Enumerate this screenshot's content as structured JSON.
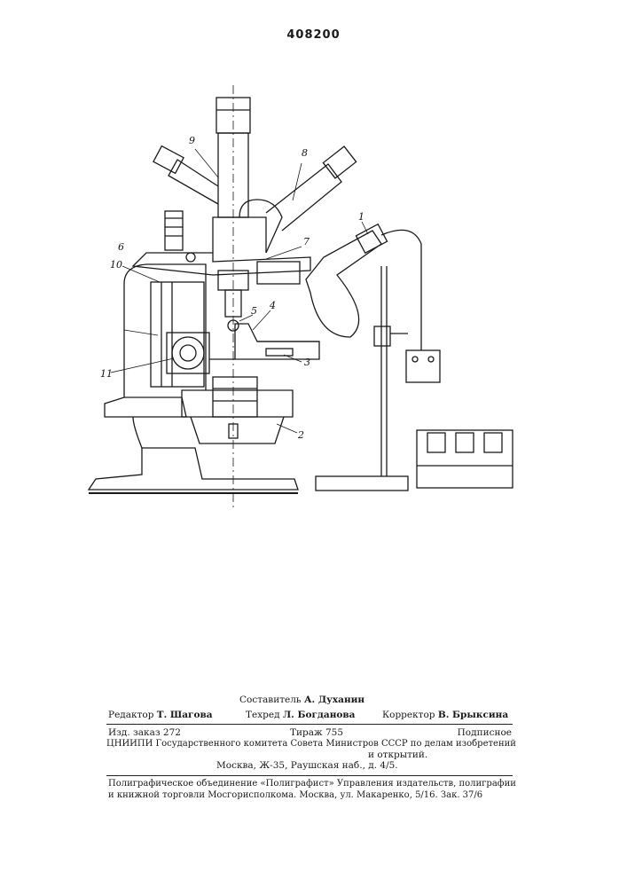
{
  "document": {
    "patent_number": "408200",
    "figure_labels": [
      "1",
      "2",
      "3",
      "4",
      "5",
      "6",
      "7",
      "8",
      "9",
      "10",
      "11"
    ]
  },
  "imprint": {
    "compiler_label": "Составитель",
    "compiler_name": "А. Духанин",
    "editor_label": "Редактор",
    "editor_name": "Т. Шагова",
    "techred_label": "Техред",
    "techred_name": "Л. Богданова",
    "corrector_label": "Корректор",
    "corrector_name": "В. Брыксина",
    "order": "Изд. заказ 272",
    "circulation": "Тираж 755",
    "subscription": "Подписное",
    "institute_line1": "ЦНИИПИ Государственного комитета Совета Министров СССР по делам изобретений",
    "institute_line2": "и открытий.",
    "address": "Москва, Ж-35, Раушская наб., д. 4/5.",
    "printer_line1": "Полиграфическое объединение «Полиграфист» Управления издательств, полиграфии",
    "printer_line2": "и книжной торговли Мосгорисполкома. Москва, ул. Макаренко, 5/16. Зак. 37/6"
  }
}
